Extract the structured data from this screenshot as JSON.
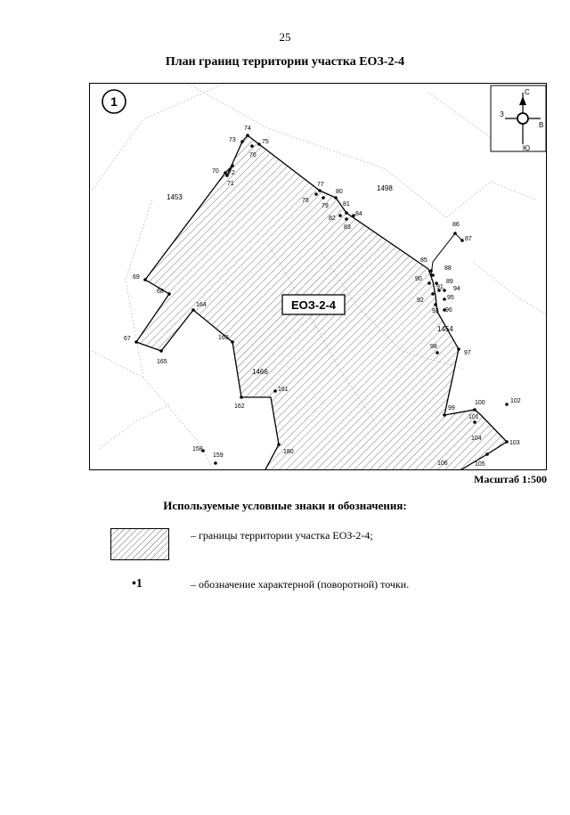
{
  "page_number": "25",
  "title": "План границ территории участка ЕОЗ-2-4",
  "map": {
    "sheet_number": "1",
    "zone_label": "ЕОЗ-2-4",
    "parcels": [
      "1453",
      "1498",
      "1454",
      "1466"
    ],
    "compass": {
      "north": "С",
      "south": "Ю",
      "west": "З",
      "east": "В"
    },
    "points": [
      "74",
      "75",
      "73",
      "76",
      "70",
      "72",
      "71",
      "77",
      "80",
      "78",
      "79",
      "81",
      "84",
      "82",
      "83",
      "86",
      "87",
      "85",
      "88",
      "89",
      "90",
      "91",
      "94",
      "95",
      "92",
      "93",
      "96",
      "69",
      "68",
      "164",
      "67",
      "163",
      "165",
      "98",
      "97",
      "161",
      "162",
      "99",
      "100",
      "102",
      "101",
      "103",
      "104",
      "158",
      "159",
      "180",
      "106",
      "105"
    ]
  },
  "scale": "Масштаб 1:500",
  "legend": {
    "title": "Используемые условные знаки и обозначения:",
    "item1_text": "– границы территории участка ЕОЗ-2-4;",
    "point_symbol": "•1",
    "item2_text": "– обозначение характерной (поворотной) точки."
  },
  "colors": {
    "ink": "#000000",
    "hatch": "#555555",
    "background_lines": "#bbbbbb"
  }
}
